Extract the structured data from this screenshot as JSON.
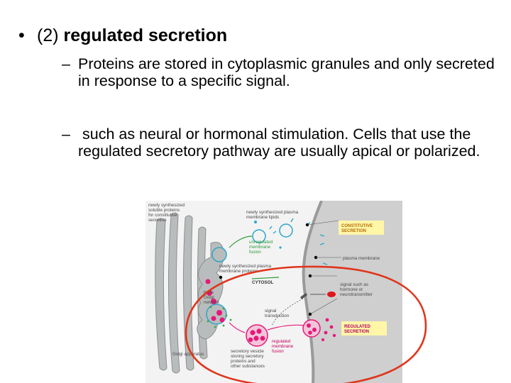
{
  "slide": {
    "bullet": {
      "symbol": "•",
      "prefix": "(2) ",
      "heading": "regulated secretion"
    },
    "subpoints": [
      {
        "dash": "–",
        "text": "Proteins are stored in cytoplasmic granules and only secreted in response to a specific signal."
      },
      {
        "dash": "–",
        "text": " such as neural or hormonal stimulation. Cells that use the regulated secretory pathway are usually apical or polarized."
      }
    ]
  },
  "figure": {
    "labels": {
      "newly_synth_soluble": [
        "newly synthesized",
        "soluble proteins",
        "for constitutive",
        "secretion"
      ],
      "newly_synth_lipids": [
        "newly synthesized plasma",
        "membrane lipids"
      ],
      "constitutive": [
        "CONSTITUTIVE",
        "SECRETION"
      ],
      "unregulated": [
        "unregulated",
        "membrane",
        "fusion"
      ],
      "plasma_membrane": "plasma membrane",
      "newly_synth_proteins": [
        "newly synthesized plasma",
        "membrane proteins"
      ],
      "cytosol": "CYTOSOL",
      "signal": [
        "signal such as",
        "hormone or",
        "neurotransmitter"
      ],
      "trans_golgi": [
        "trans",
        "Golgi",
        "network"
      ],
      "signal_transduction": [
        "signal",
        "transduction"
      ],
      "regulated": [
        "REGULATED",
        "SECRETION"
      ],
      "secretory_vesicle": [
        "secretory vesicle",
        "storing secretory",
        "proteins and",
        "other substances"
      ],
      "regulated_fusion": [
        "regulated",
        "membrane",
        "fusion"
      ],
      "golgi_apparatus": "Golgi apparatus"
    },
    "colors": {
      "background": "#eaeaea",
      "cell_membrane": "#d3d3d3",
      "golgi": "#b9bcbc",
      "constitutive_protein": "#2aa7c9",
      "regulated_protein": "#e8177a",
      "signal": "#e0161b",
      "highlight_box": "#fff6a8",
      "annotation_circle": "#e0341c"
    }
  }
}
